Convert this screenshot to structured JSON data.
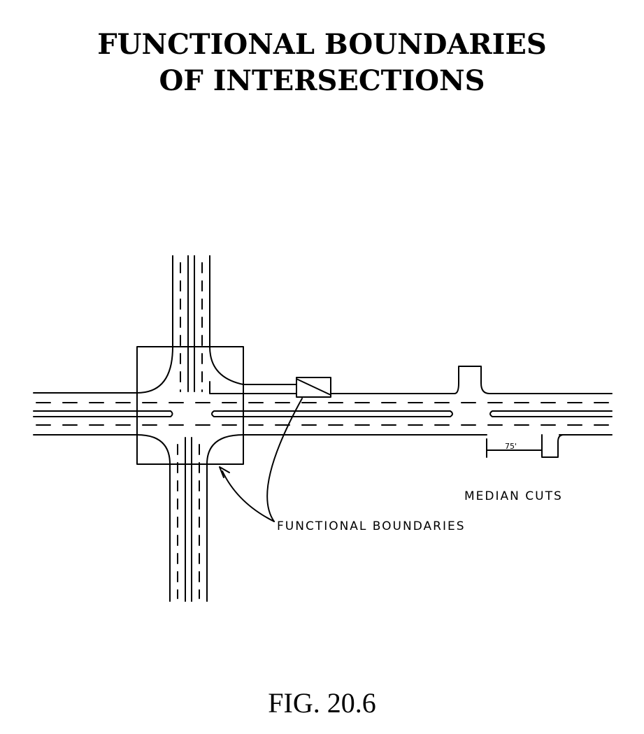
{
  "title": {
    "line1": "FUNCTIONAL BOUNDARIES",
    "line2": "OF INTERSECTIONS"
  },
  "diagram": {
    "labels": {
      "median_cuts": "MEDIAN CUTS",
      "functional_boundaries": "FUNCTIONAL BOUNDARIES",
      "dimension": "75'"
    }
  },
  "caption": "FIG. 20.6",
  "colors": {
    "ink": "#000000",
    "paper": "#ffffff"
  }
}
